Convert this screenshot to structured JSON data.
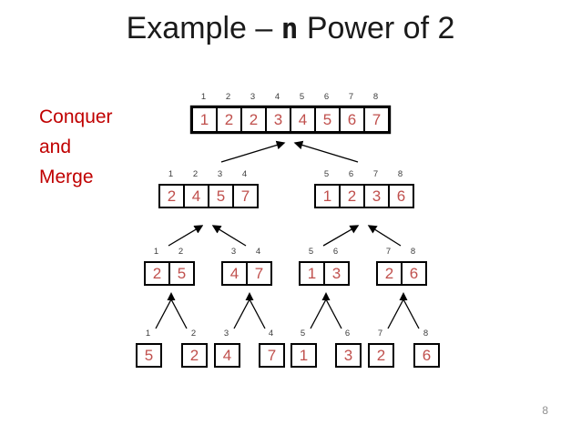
{
  "slide": {
    "title": {
      "text_before": "Example – ",
      "emphasis": "n",
      "text_after": " Power of 2"
    },
    "side_label_lines": [
      "Conquer",
      "and",
      "Merge"
    ],
    "page_number": "8"
  },
  "colors": {
    "value_red": "#c0504d",
    "label_red": "#c00000",
    "border_black": "#000000",
    "index_color": "#3d3d3d",
    "title_color": "#1a1a1a",
    "page_gray": "#8f8f8f"
  },
  "diagram": {
    "type": "merge-sort-conquer-and-merge-tree",
    "levels": [
      {
        "name": "merged-full",
        "arrays": [
          {
            "indices": [
              "1",
              "2",
              "3",
              "4",
              "5",
              "6",
              "7",
              "8"
            ],
            "values": [
              "1",
              "2",
              "2",
              "3",
              "4",
              "5",
              "6",
              "7"
            ]
          }
        ]
      },
      {
        "name": "merged-halves",
        "arrays": [
          {
            "indices": [
              "1",
              "2",
              "3",
              "4"
            ],
            "values": [
              "2",
              "4",
              "5",
              "7"
            ]
          },
          {
            "indices": [
              "5",
              "6",
              "7",
              "8"
            ],
            "values": [
              "1",
              "2",
              "3",
              "6"
            ]
          }
        ]
      },
      {
        "name": "merged-pairs",
        "arrays": [
          {
            "indices": [
              "1",
              "2"
            ],
            "values": [
              "2",
              "5"
            ]
          },
          {
            "indices": [
              "3",
              "4"
            ],
            "values": [
              "4",
              "7"
            ]
          },
          {
            "indices": [
              "5",
              "6"
            ],
            "values": [
              "1",
              "3"
            ]
          },
          {
            "indices": [
              "7",
              "8"
            ],
            "values": [
              "2",
              "6"
            ]
          }
        ]
      },
      {
        "name": "singles",
        "arrays": [
          {
            "indices": [
              "1"
            ],
            "values": [
              "5"
            ]
          },
          {
            "indices": [
              "2"
            ],
            "values": [
              "2"
            ]
          },
          {
            "indices": [
              "3"
            ],
            "values": [
              "4"
            ]
          },
          {
            "indices": [
              "4"
            ],
            "values": [
              "7"
            ]
          },
          {
            "indices": [
              "5"
            ],
            "values": [
              "1"
            ]
          },
          {
            "indices": [
              "6"
            ],
            "values": [
              "3"
            ]
          },
          {
            "indices": [
              "7"
            ],
            "values": [
              "2"
            ]
          },
          {
            "indices": [
              "8"
            ],
            "values": [
              "6"
            ]
          }
        ]
      }
    ]
  }
}
